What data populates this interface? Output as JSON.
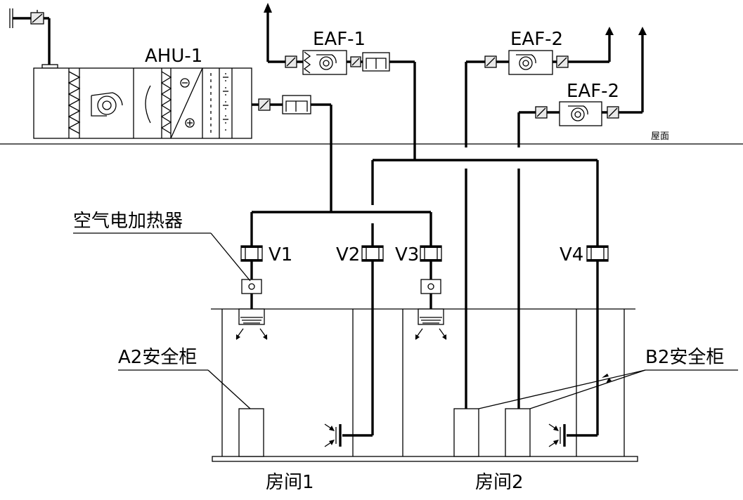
{
  "units": {
    "ahu": "AHU-1",
    "eaf1": "EAF-1",
    "eaf2_top": "EAF-2",
    "eaf2_bottom": "EAF-2"
  },
  "roof_label": "屋面",
  "heater_label": "空气电加热器",
  "valves": {
    "v1": "V1",
    "v2": "V2",
    "v3": "V3",
    "v4": "V4"
  },
  "cabinets": {
    "a2": "A2安全柜",
    "b2": "B2安全柜"
  },
  "rooms": {
    "room1": "房间1",
    "room2": "房间2"
  }
}
